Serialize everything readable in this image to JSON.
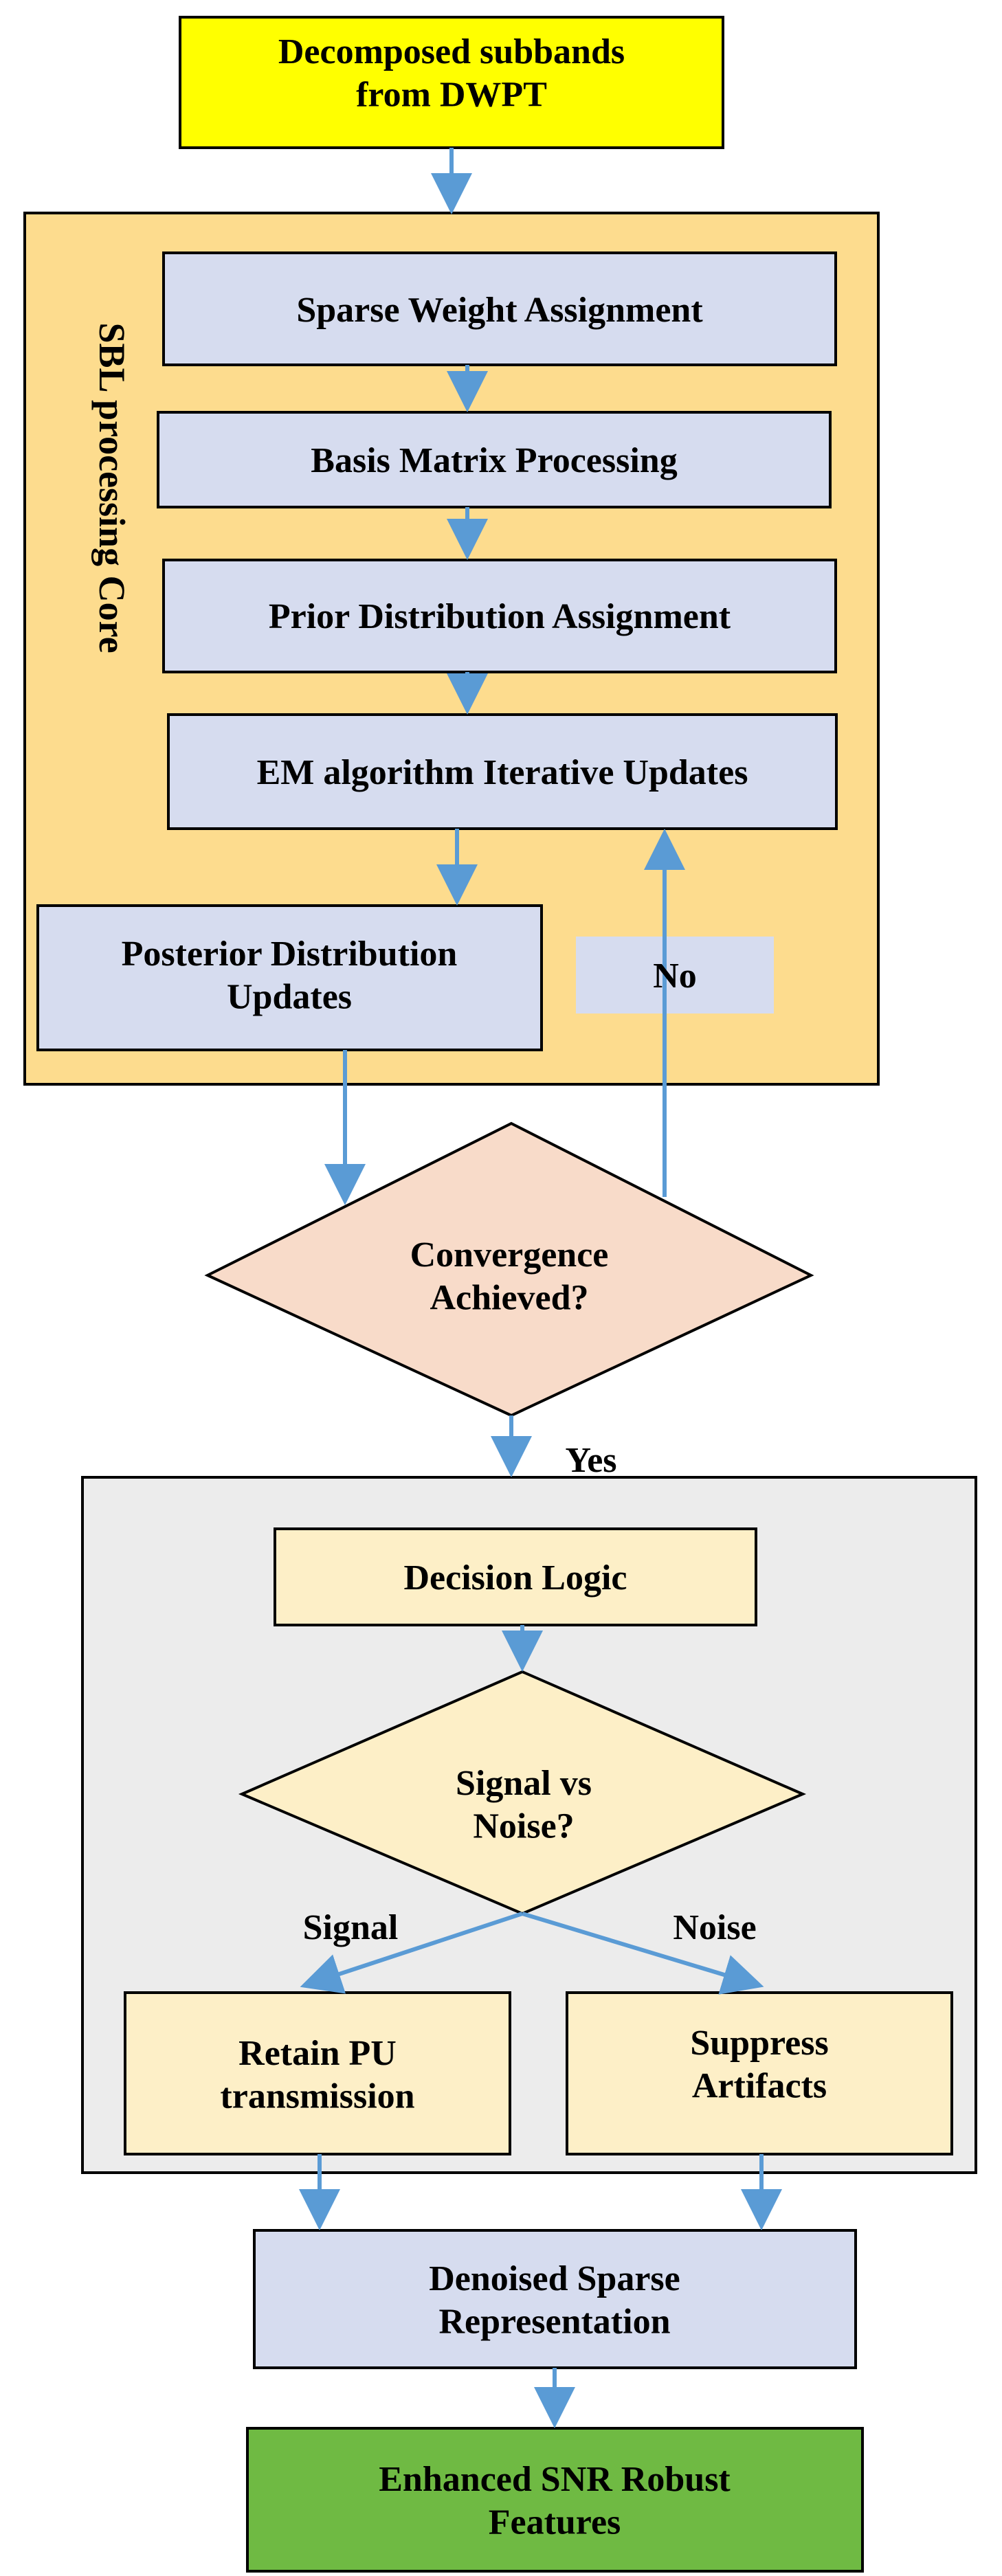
{
  "colors": {
    "start_fill": "#ffff00",
    "core_fill": "#fddc8e",
    "process_fill": "#d6dcef",
    "decision_fill": "#f8dbc9",
    "decision_panel_fill": "#ececec",
    "logic_fill": "#fdefc7",
    "end_fill": "#6fba43",
    "arrow": "#5a9bd5",
    "border": "#000000"
  },
  "nodes": {
    "start": [
      "Decomposed subbands",
      "from DWPT"
    ],
    "core_label": "SBL processing Core",
    "sparse_weight": [
      "Sparse Weight Assignment"
    ],
    "basis_matrix": [
      "Basis Matrix Processing"
    ],
    "prior_dist": [
      "Prior Distribution Assignment"
    ],
    "em_updates": [
      "EM algorithm Iterative Updates"
    ],
    "posterior": [
      "Posterior Distribution",
      "Updates"
    ],
    "no_label": [
      "No"
    ],
    "convergence": [
      "Convergence",
      "Achieved?"
    ],
    "yes_label": "Yes",
    "decision_logic": [
      "Decision Logic"
    ],
    "signal_vs_noise": [
      "Signal vs",
      "Noise?"
    ],
    "signal_label": "Signal",
    "noise_label": "Noise",
    "retain": [
      "Retain PU",
      "transmission"
    ],
    "suppress": [
      "Suppress",
      "Artifacts"
    ],
    "denoised": [
      "Denoised Sparse",
      "Representation"
    ],
    "enhanced": [
      "Enhanced SNR Robust",
      "Features"
    ]
  }
}
